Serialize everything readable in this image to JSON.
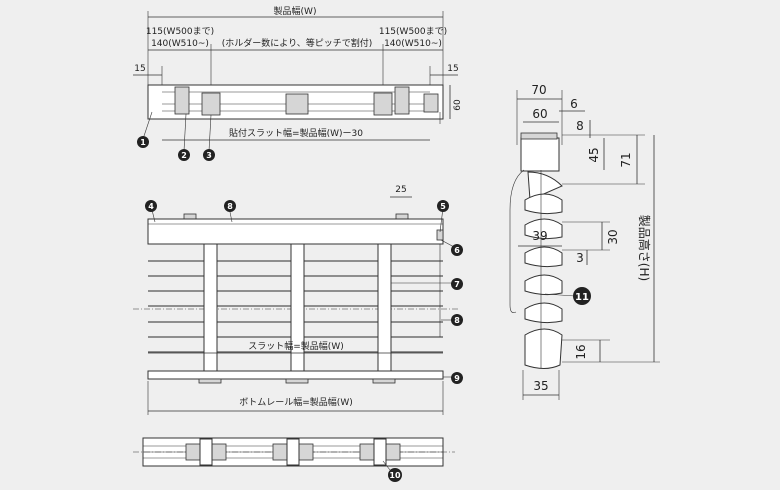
{
  "top_view": {
    "width_label": "製品幅(W)",
    "left_offset_1": "115(W500まで)",
    "left_offset_2": "140(W510~)",
    "right_offset_1": "115(W500まで)",
    "right_offset_2": "140(W510~)",
    "holder_note": "(ホルダー数により、等ピッチで割付)",
    "left_margin": "15",
    "right_margin": "15",
    "depth": "60",
    "slat_width_note": "貼付スラット幅=製品幅(W)ー30"
  },
  "front_view": {
    "top_dim": "25",
    "slat_width_note": "スラット幅=製品幅(W)",
    "bottom_rail_note": "ボトムレール幅=製品幅(W)"
  },
  "side_view": {
    "dim_70": "70",
    "dim_60": "60",
    "dim_6": "6",
    "dim_8": "8",
    "dim_45": "45",
    "dim_71": "71",
    "dim_39": "39",
    "dim_30": "30",
    "dim_3": "3",
    "dim_16": "16",
    "dim_35": "35",
    "height_label": "製品高さ(H)"
  },
  "callouts": [
    "1",
    "2",
    "3",
    "4",
    "5",
    "6",
    "7",
    "8",
    "9",
    "10",
    "11"
  ]
}
